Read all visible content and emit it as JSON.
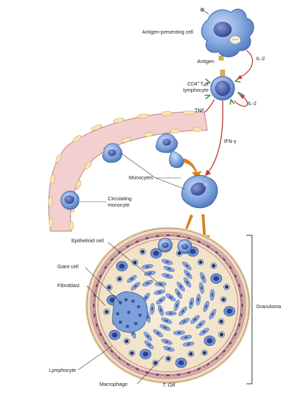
{
  "labels": {
    "apc": "Antigen-presenting cell",
    "antigen": "Antigen",
    "il2_top": "IL-2",
    "cd4_line1": "CD4",
    "cd4_sup": "+",
    "cd4_th": "T",
    "cd4_sub": "H",
    "cd4_one": "1",
    "cd4_line2": "lymphocyte",
    "il2_bottom": "IL-2",
    "tnf": "TNF",
    "ifn": "IFN-γ",
    "monocytes": "Monocytes",
    "circulating_line1": "Circulating",
    "circulating_line2": "monocyte",
    "epithelioid": "Epithelioid cell",
    "giant": "Giant cell",
    "fibroblast": "Fibroblast",
    "lymphocyte": "Lymphocyte",
    "macrophage": "Macrophage",
    "granuloma": "Granuloma",
    "signature": "T. Gill"
  },
  "colors": {
    "cell_blue": "#5f86c9",
    "cell_light": "#9fbbe6",
    "nucleus": "#3d4f9e",
    "vessel_pink": "#f3d0cf",
    "vessel_wall": "#c98e8e",
    "arrow_red": "#b2403c",
    "arrow_orange": "#d7811f",
    "granuloma_bg": "#f4e7cf",
    "fibro_pink": "#d49aa4"
  }
}
